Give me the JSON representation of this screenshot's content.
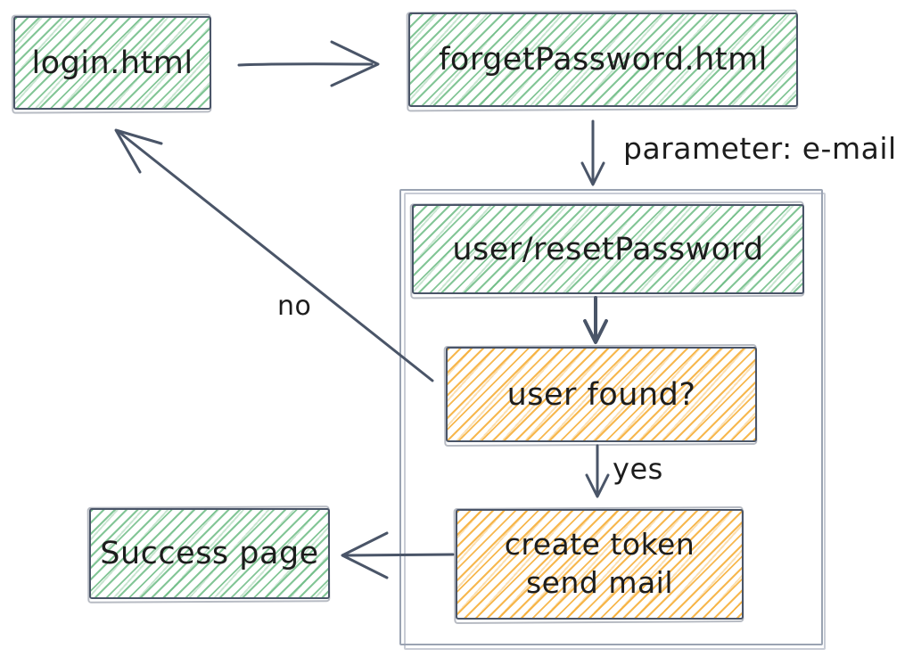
{
  "colors": {
    "stroke": "#4a5568",
    "container_stroke": "#9aa3b2",
    "green": "#4fae6b",
    "orange": "#f5a623",
    "text": "#1d1d1d",
    "background": "#ffffff"
  },
  "nodes": {
    "login": {
      "label": "login.html",
      "fill": "green"
    },
    "forget_password": {
      "label": "forgetPassword.html",
      "fill": "green"
    },
    "reset_endpoint": {
      "label": "user/resetPassword",
      "fill": "green"
    },
    "user_found": {
      "label": "user found?",
      "fill": "orange"
    },
    "create_token": {
      "line1": "create token",
      "line2": "send mail",
      "fill": "orange"
    },
    "success_page": {
      "label": "Success page",
      "fill": "green"
    }
  },
  "edge_labels": {
    "parameter": "parameter: e-mail",
    "yes": "yes",
    "no": "no"
  }
}
